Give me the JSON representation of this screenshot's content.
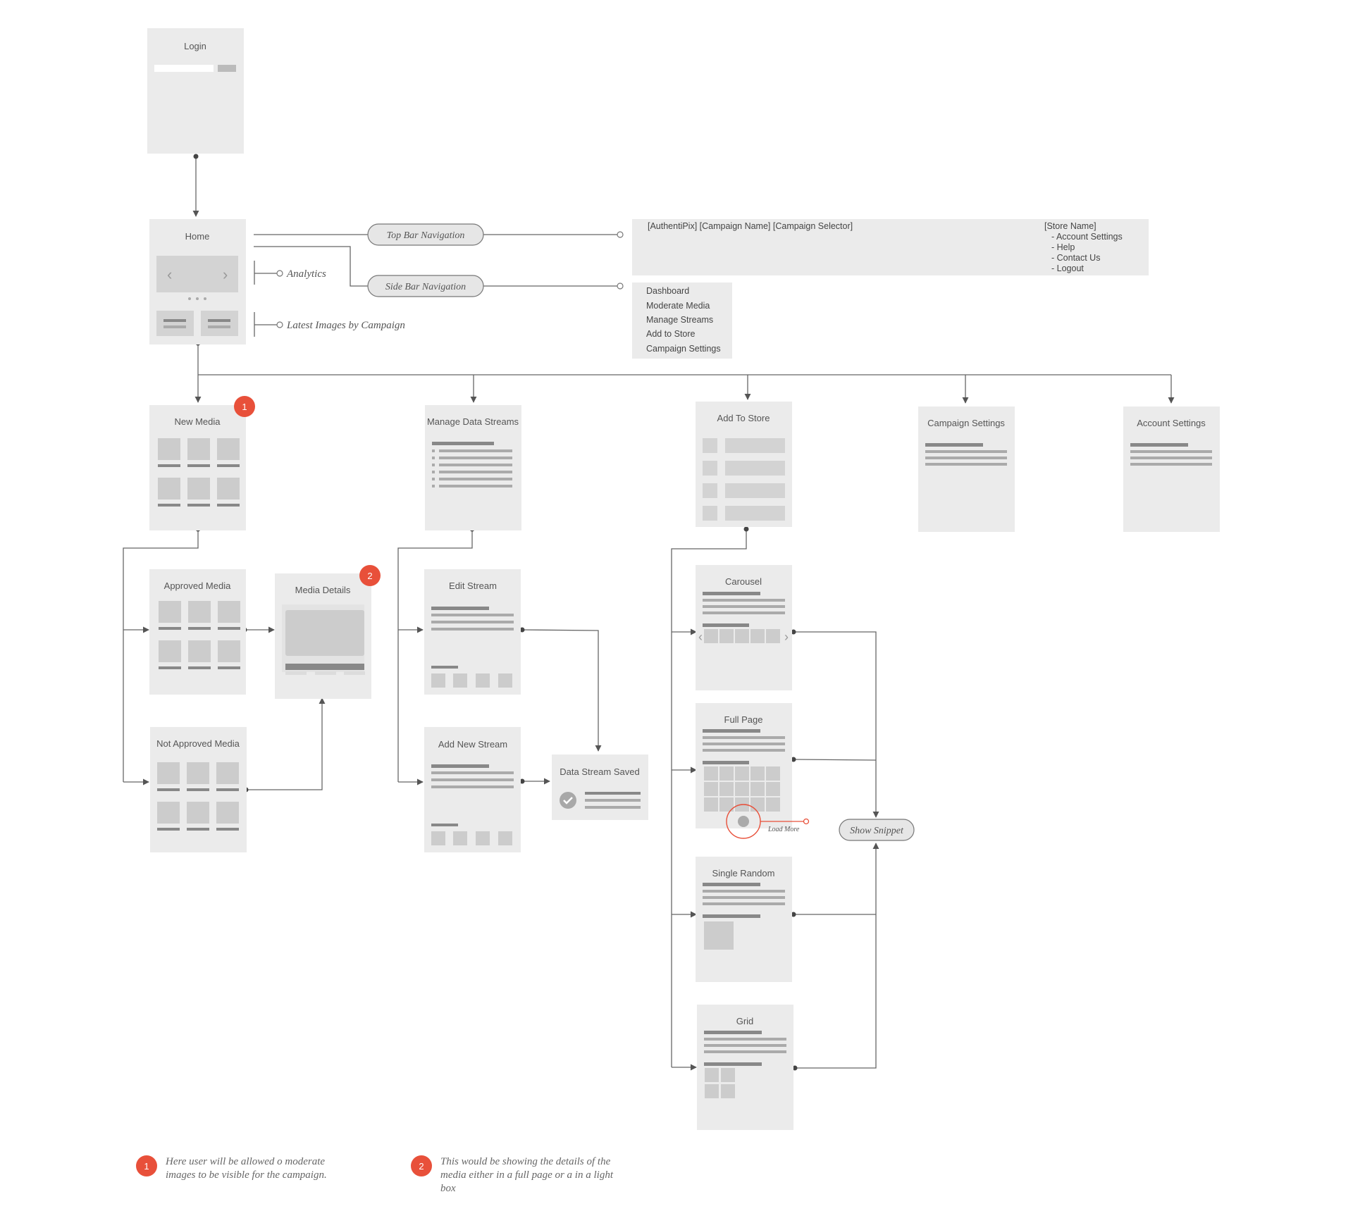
{
  "screens": {
    "login": "Login",
    "home": "Home",
    "new_media": "New Media",
    "manage_streams": "Manage Data Streams",
    "add_to_store": "Add To Store",
    "campaign_settings": "Campaign Settings",
    "account_settings": "Account Settings",
    "approved_media": "Approved Media",
    "media_details": "Media Details",
    "not_approved_media": "Not Approved Media",
    "edit_stream": "Edit Stream",
    "add_new_stream": "Add New Stream",
    "data_stream_saved": "Data Stream Saved",
    "carousel": "Carousel",
    "full_page": "Full Page",
    "single_random": "Single Random",
    "grid": "Grid"
  },
  "pills": {
    "top_bar": "Top Bar Navigation",
    "side_bar": "Side Bar Navigation",
    "show_snippet": "Show Snippet"
  },
  "annotations": {
    "analytics": "Analytics",
    "latest_images": "Latest Images by Campaign",
    "load_more": "Load More"
  },
  "top_bar_nav": {
    "left": "[AuthentiPix]  [Campaign Name]  [Campaign Selector]",
    "store_name": "[Store Name]",
    "menu": [
      "- Account Settings",
      "- Help",
      "- Contact Us",
      "- Logout"
    ]
  },
  "side_bar_nav": [
    "Dashboard",
    "Moderate Media",
    "Manage Streams",
    "Add to Store",
    "Campaign Settings"
  ],
  "badges": [
    "1",
    "2"
  ],
  "notes": [
    {
      "badge": "1",
      "lines": [
        "Here user will be allowed o moderate",
        "images to be visible for the campaign."
      ]
    },
    {
      "badge": "2",
      "lines": [
        "This would be showing the details of the",
        "media either in a full page or a in a light",
        "box"
      ]
    }
  ],
  "colors": {
    "box_fill": "#ebebeb",
    "placeholder": "#cccccc",
    "bar": "#999999",
    "line": "#555555",
    "accent": "#e8503a"
  }
}
